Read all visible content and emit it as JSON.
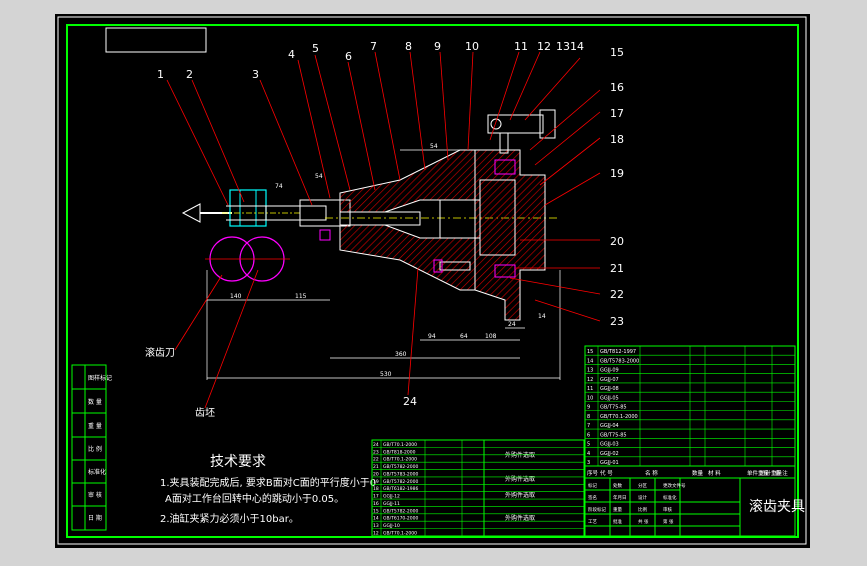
{
  "drawing": {
    "title_block_name": "滚齿夹具",
    "tech_requirements": {
      "heading": "技术要求",
      "line1": "1.夹具装配完成后, 要求B面对C面的平行度小于0",
      "line2": "A面对工作台回转中心的跳动小于0.05。",
      "line3": "2.油缸夹紧力必须小于10bar。"
    },
    "labels": {
      "hob": "滚齿刀",
      "gear_blank": "齿坯"
    },
    "balloons": [
      "1",
      "2",
      "3",
      "4",
      "5",
      "6",
      "7",
      "8",
      "9",
      "10",
      "11",
      "12",
      "13",
      "14",
      "15",
      "16",
      "17",
      "18",
      "19",
      "20",
      "21",
      "22",
      "23",
      "24"
    ],
    "dimensions": [
      "140",
      "115",
      "64",
      "54",
      "360",
      "94",
      "108",
      "24",
      "14",
      "530",
      "74",
      "54"
    ],
    "side_table_rows": [
      "图样标记",
      "数 量",
      "重 量",
      "比 例",
      "标准化",
      "审 核",
      "日 期"
    ],
    "parts_list_right": [
      [
        "15",
        "GB/T812-1997"
      ],
      [
        "14",
        "GB/T5783-2000"
      ],
      [
        "13",
        "GGJJ-09"
      ],
      [
        "12",
        "GGJJ-07"
      ],
      [
        "11",
        "GGJJ-08"
      ],
      [
        "10",
        "GGJJ-05"
      ],
      [
        "9",
        "GB/T75-85"
      ],
      [
        "8",
        "GB/T70.1-2000"
      ],
      [
        "7",
        "GGJJ-04"
      ],
      [
        "6",
        "GB/T75-85"
      ],
      [
        "5",
        "GGJJ-03"
      ],
      [
        "4",
        "GGJJ-02"
      ],
      [
        "3",
        "GGJJ-01"
      ]
    ],
    "parts_list_left": [
      [
        "24",
        "GB/T70.1-2000"
      ],
      [
        "23",
        "GB/T818-2000"
      ],
      [
        "22",
        "GB/T70.1-2000"
      ],
      [
        "21",
        "GB/T5782-2000"
      ],
      [
        "20",
        "GB/T5783-2000"
      ],
      [
        "19",
        "GB/T5782-2000"
      ],
      [
        "18",
        "GB/T6182-1986"
      ],
      [
        "17",
        "GGJJ-12"
      ],
      [
        "16",
        "GGJJ-11"
      ],
      [
        "15",
        "GB/T5782-2000"
      ],
      [
        "14",
        "GB/T6170-2000"
      ],
      [
        "13",
        "GGJJ-10"
      ],
      [
        "12",
        "GB/T70.1-2000"
      ]
    ],
    "outsourced_label": "外购件选取",
    "parts_header": [
      "序号",
      "代 号",
      "名 称",
      "数量",
      "材 料",
      "单件重量",
      "总计重量",
      "备 注"
    ],
    "title_block_small": [
      "标记",
      "处数",
      "分区",
      "更改文件号",
      "签名",
      "年月日",
      "设计",
      "标准化",
      "阶段标记",
      "重量",
      "比例",
      "审核",
      "工艺",
      "批准",
      "共 张",
      "第 张"
    ]
  },
  "colors": {
    "background": "#000000",
    "frame": "#00ff00",
    "line": "#ffffff",
    "leader": "#ff0000",
    "dimension": "#ffffff",
    "hatch": "#cc0000",
    "hob_circle": "#ff00ff",
    "highlight": "#00ffff",
    "centerline": "#ffff00"
  }
}
